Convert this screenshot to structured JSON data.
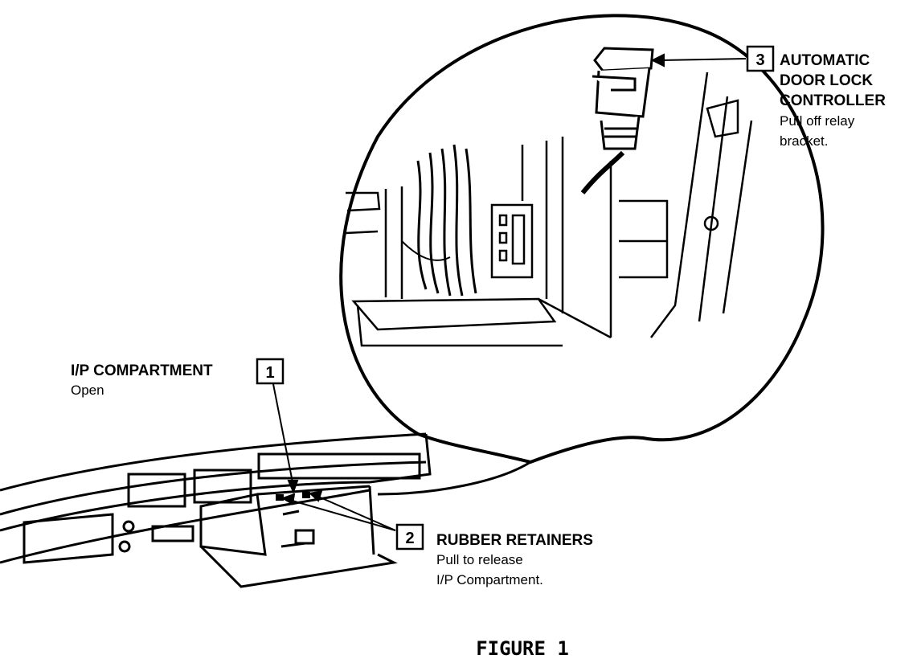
{
  "callouts": [
    {
      "number": "1",
      "title": "I/P COMPARTMENT",
      "desc_lines": [
        "Open"
      ]
    },
    {
      "number": "2",
      "title": "RUBBER RETAINERS",
      "desc_lines": [
        "Pull to release",
        "I/P Compartment."
      ]
    },
    {
      "number": "3",
      "title_lines": [
        "AUTOMATIC",
        "DOOR LOCK",
        "CONTROLLER"
      ],
      "desc_lines": [
        "Pull off relay",
        "bracket."
      ]
    }
  ],
  "figure_caption": "FIGURE 1"
}
